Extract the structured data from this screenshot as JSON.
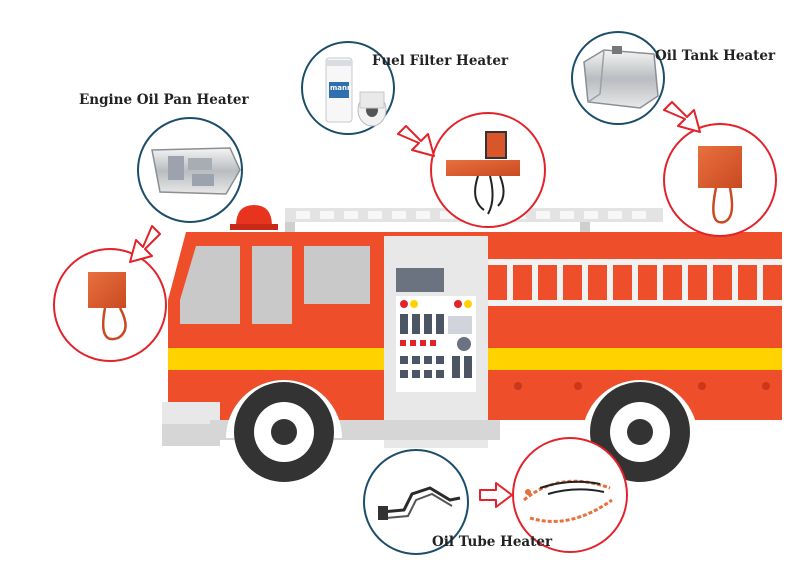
{
  "labels": {
    "engine_oil_pan": "Engine Oil Pan Heater",
    "fuel_filter": "Fuel Filter Heater",
    "oil_tank": "Oil Tank Heater",
    "oil_tube": "Oil Tube Heater",
    "filter_brand": "mann"
  },
  "colors": {
    "truck_body": "#ee4f2a",
    "truck_cab_dark": "#e63f22",
    "stripe_yellow": "#ffd200",
    "window": "#c9c9c9",
    "panel": "#e8e8e8",
    "ladder": "#e3e3e3",
    "wheel": "#333333",
    "bumper": "#e8e8e8",
    "heater_pad": "#d9562a",
    "circle_product": "#1c4e6b",
    "circle_heater": "#e3232b",
    "arrow": "#e3232b"
  }
}
